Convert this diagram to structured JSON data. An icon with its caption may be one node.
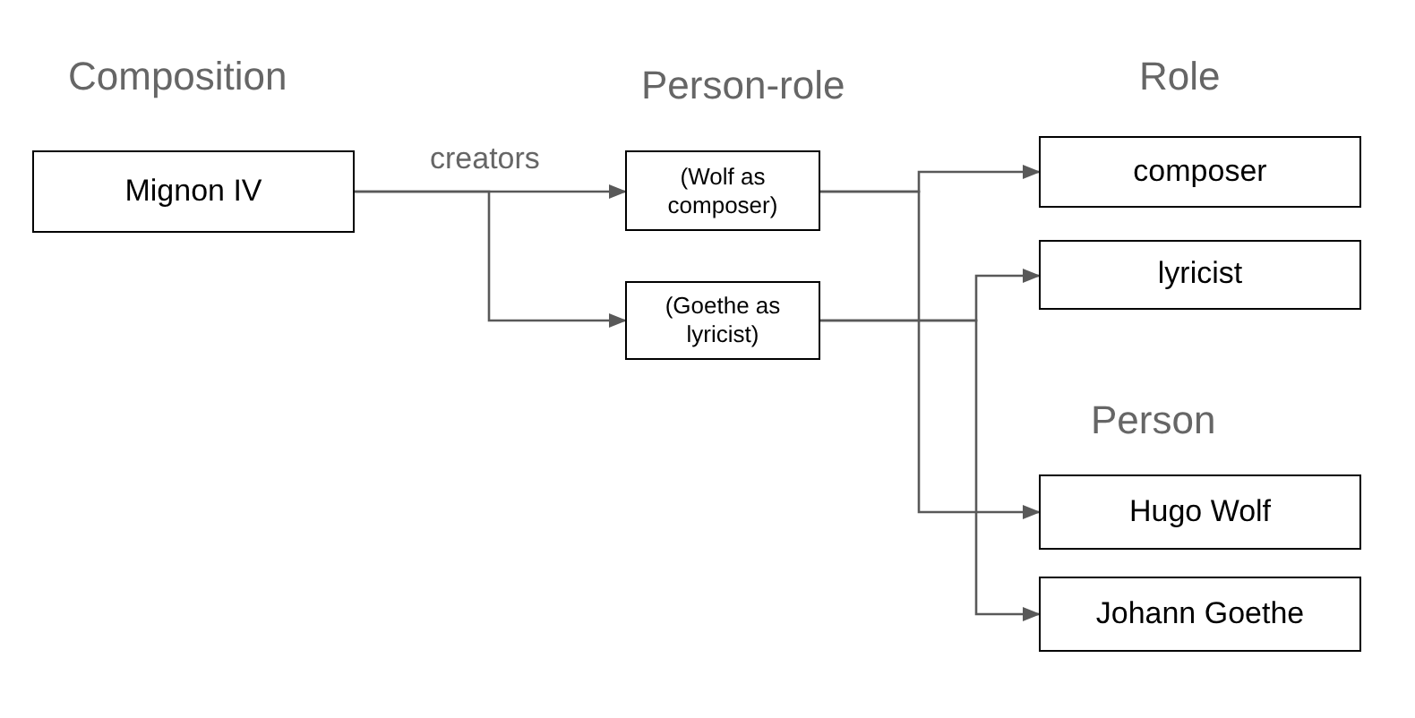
{
  "diagram": {
    "nodes": [
      {
        "text": [
          "Mignon IV"
        ]
      },
      {
        "text": [
          "(Wolf as composer)"
        ]
      },
      {
        "text": [
          "(Goethe as lyricist)"
        ]
      },
      {
        "text": [
          "composer"
        ]
      },
      {
        "text": [
          "lyricist"
        ]
      },
      {
        "text": [
          "Hugo Wolf"
        ]
      },
      {
        "text": [
          "Johann Goethe"
        ]
      }
    ],
    "edges": [
      {
        "from": 0,
        "to": 1,
        "arrow": "to",
        "label": "creators"
      },
      {
        "from": 0,
        "to": 2,
        "arrow": "to"
      },
      {
        "from": 1,
        "to": 3,
        "arrow": "to"
      },
      {
        "from": 1,
        "to": 5,
        "arrow": "to"
      },
      {
        "from": 2,
        "to": 4,
        "arrow": "to"
      },
      {
        "from": 2,
        "to": 6,
        "arrow": "to"
      }
    ],
    "labels": [
      "Composition",
      "Person-role",
      "Role",
      "Person"
    ]
  }
}
